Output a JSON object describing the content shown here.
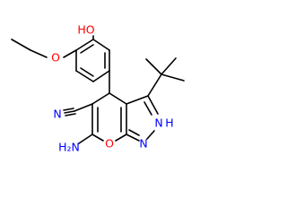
{
  "colors": {
    "bond": "#000000",
    "carbon_text": "#000000",
    "oxygen": "#ff0000",
    "nitrogen": "#0000ff",
    "background": "#ffffff"
  },
  "molecule": {
    "atom_labels": {
      "hydroxyl": "HO",
      "ether_oxygen": "O",
      "nitrile_nitrogen": "N",
      "amine": "H₂N",
      "ring_oxygen": "O",
      "ring_nitrogen_1": "N",
      "ring_nitrogen_2": "N",
      "ring_nh_hydrogen": "H"
    }
  }
}
